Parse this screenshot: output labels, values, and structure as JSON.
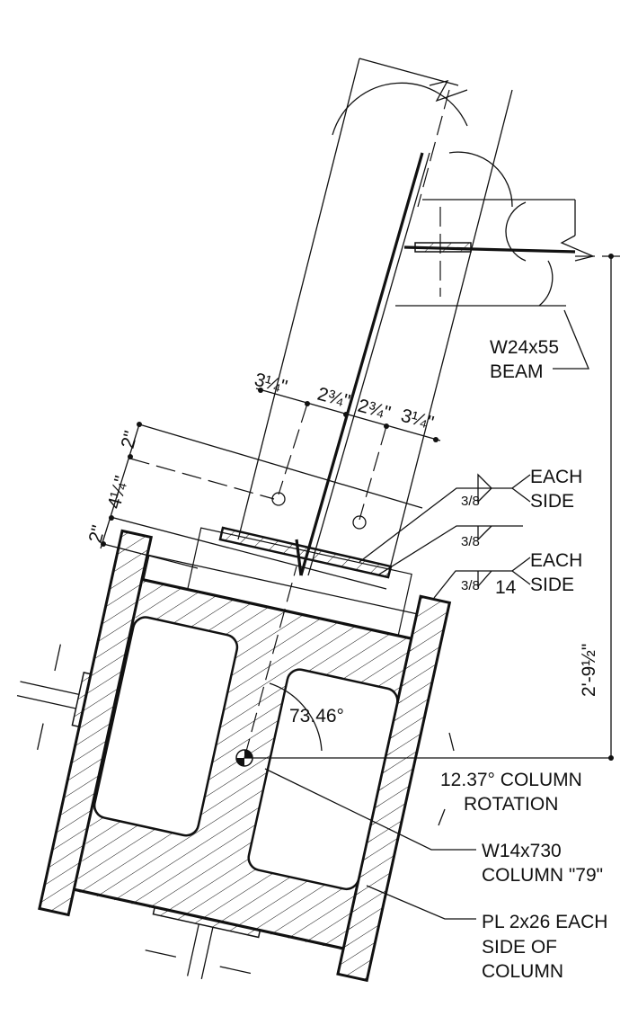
{
  "title": "W14x730 column connection detail",
  "dimensions": {
    "bolt_spacing": [
      "3¼\"",
      "2¾\"",
      "2¾\"",
      "3¼\""
    ],
    "edge_top": "2\"",
    "gauge": "4¼\"",
    "edge_bottom": "2\"",
    "height": "2'-9½\""
  },
  "welds": {
    "size": "3/8",
    "each_side_1": [
      "EACH",
      "SIDE"
    ],
    "length": "14",
    "each_side_2": [
      "EACH",
      "SIDE"
    ]
  },
  "labels": {
    "beam": [
      "W24x55",
      "BEAM"
    ],
    "angle": "73.46°",
    "rotation": [
      "12.37° COLUMN",
      "ROTATION"
    ],
    "column": [
      "W14x730",
      "COLUMN \"79\""
    ],
    "plate": [
      "PL 2x26 EACH",
      "SIDE OF",
      "COLUMN"
    ]
  }
}
